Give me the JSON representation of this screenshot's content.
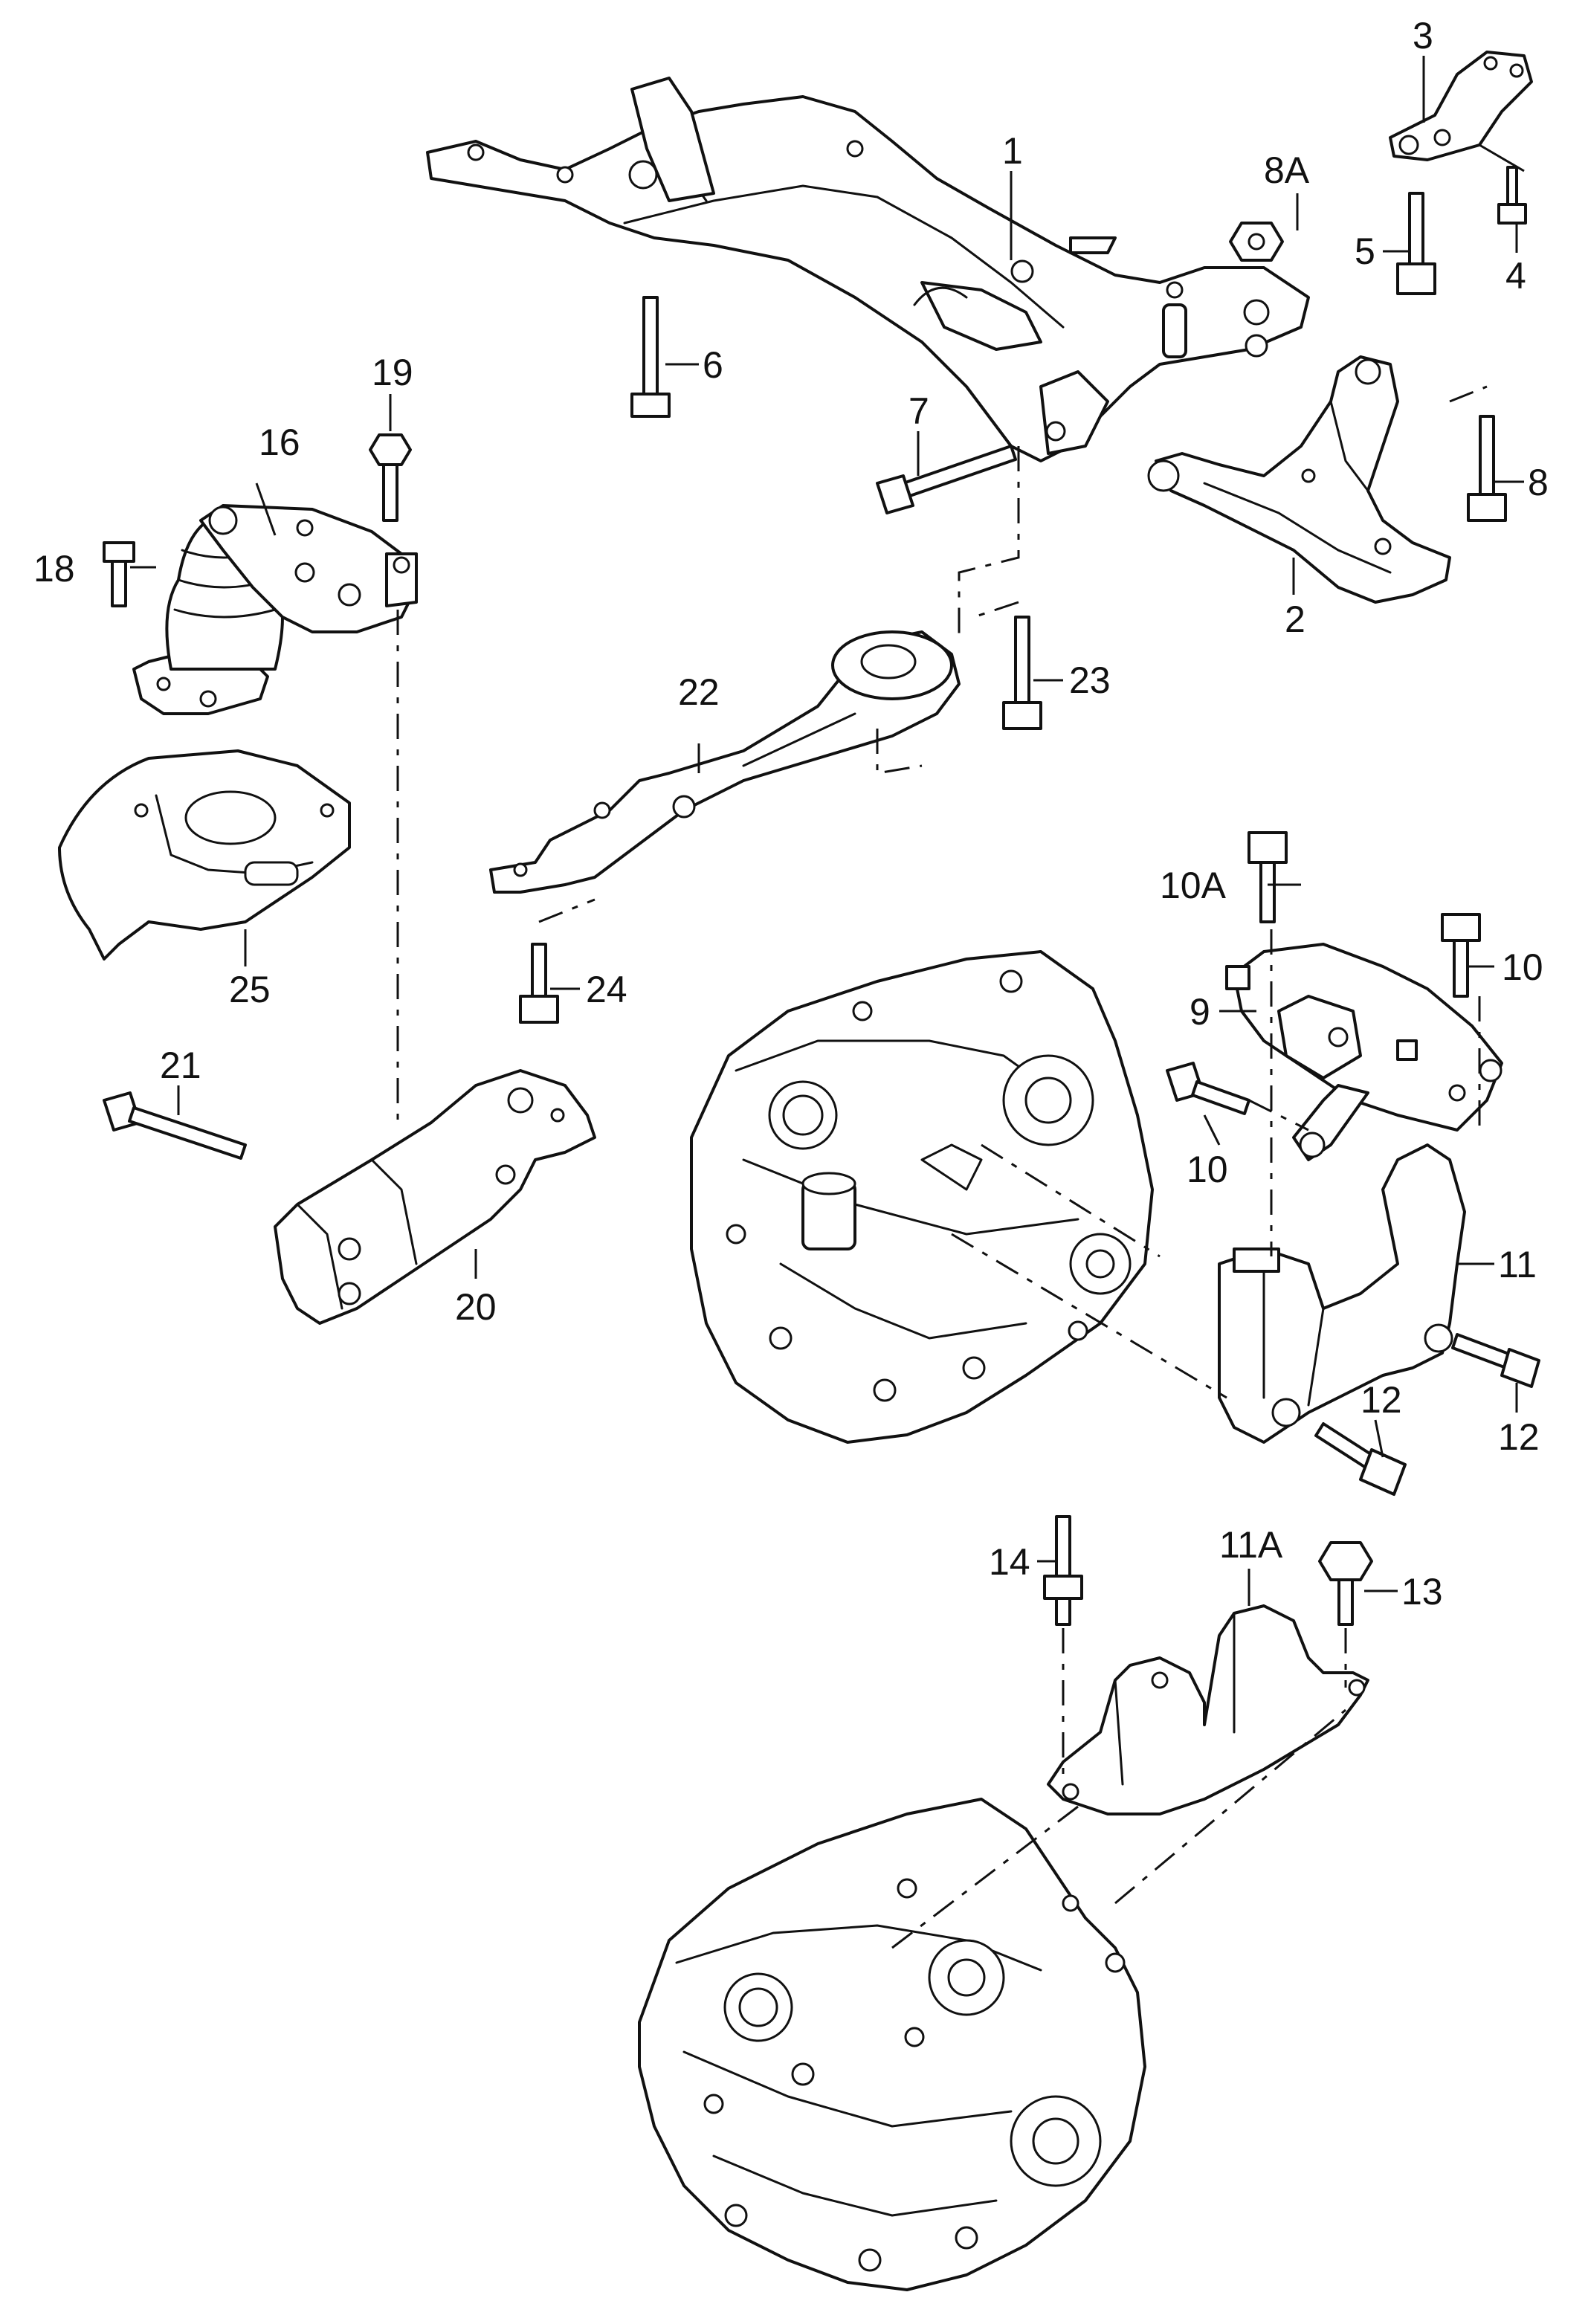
{
  "labels": {
    "p1": "1",
    "p2": "2",
    "p3": "3",
    "p4": "4",
    "p5": "5",
    "p6": "6",
    "p7": "7",
    "p8": "8",
    "p8a": "8A",
    "p9": "9",
    "p10a": "10A",
    "p10b": "10",
    "p10c": "10",
    "p11": "11",
    "p11a": "11A",
    "p12a": "12",
    "p12b": "12",
    "p13": "13",
    "p14": "14",
    "p16": "16",
    "p18": "18",
    "p19": "19",
    "p20": "20",
    "p21": "21",
    "p22": "22",
    "p23": "23",
    "p24": "24",
    "p25": "25"
  },
  "colors": {
    "line": "#111111",
    "background": "#ffffff"
  }
}
